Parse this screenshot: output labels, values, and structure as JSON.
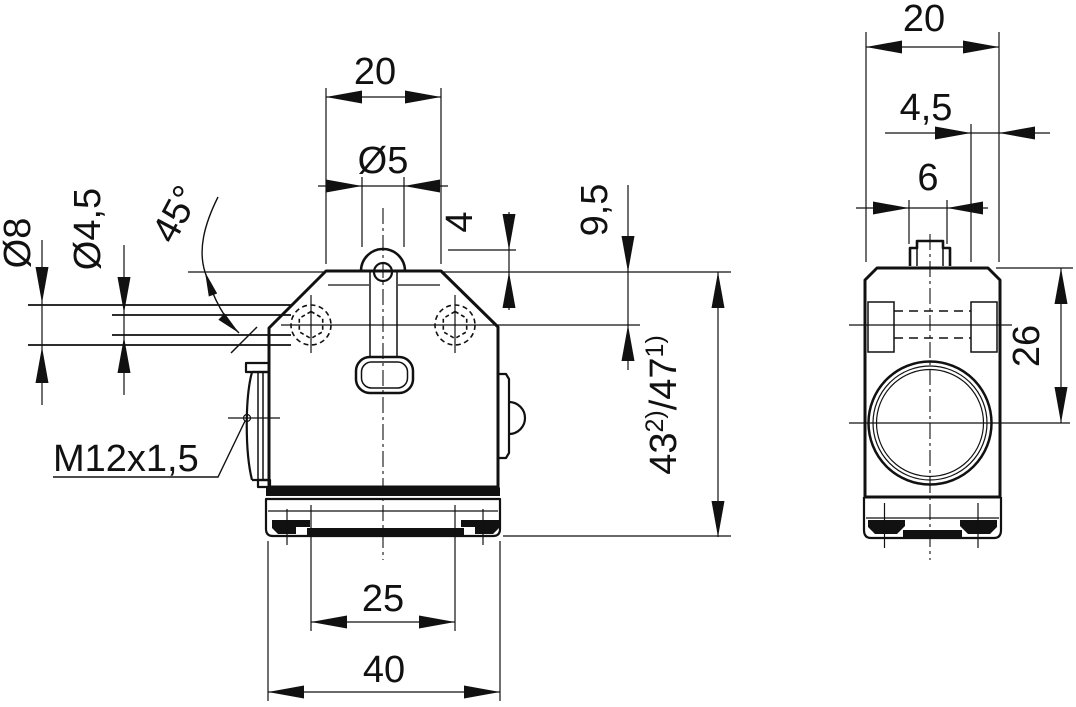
{
  "colors": {
    "line": "#111111",
    "background": "#ffffff"
  },
  "front_view": {
    "dim_top_width": "20",
    "dim_plunger_diameter": "Ø5",
    "dim_plunger_height": "4",
    "dim_top_to_hole_axis": "9,5",
    "dim_chamfer_angle": "45°",
    "dim_outer_diameter": "Ø8",
    "dim_inner_diameter": "Ø4,5",
    "dim_connector_thread": "M12x1,5",
    "dim_height": {
      "text": "43²)/47¹)",
      "main": "43",
      "sup_a": "2)",
      "alt": "/47",
      "sup_b": "1)"
    },
    "dim_hole_spacing": "25",
    "dim_base_width": "40"
  },
  "side_view": {
    "dim_depth": "20",
    "dim_edge_offset": "4,5",
    "dim_plunger_width": "6",
    "dim_top_to_bore_axis": "26"
  }
}
